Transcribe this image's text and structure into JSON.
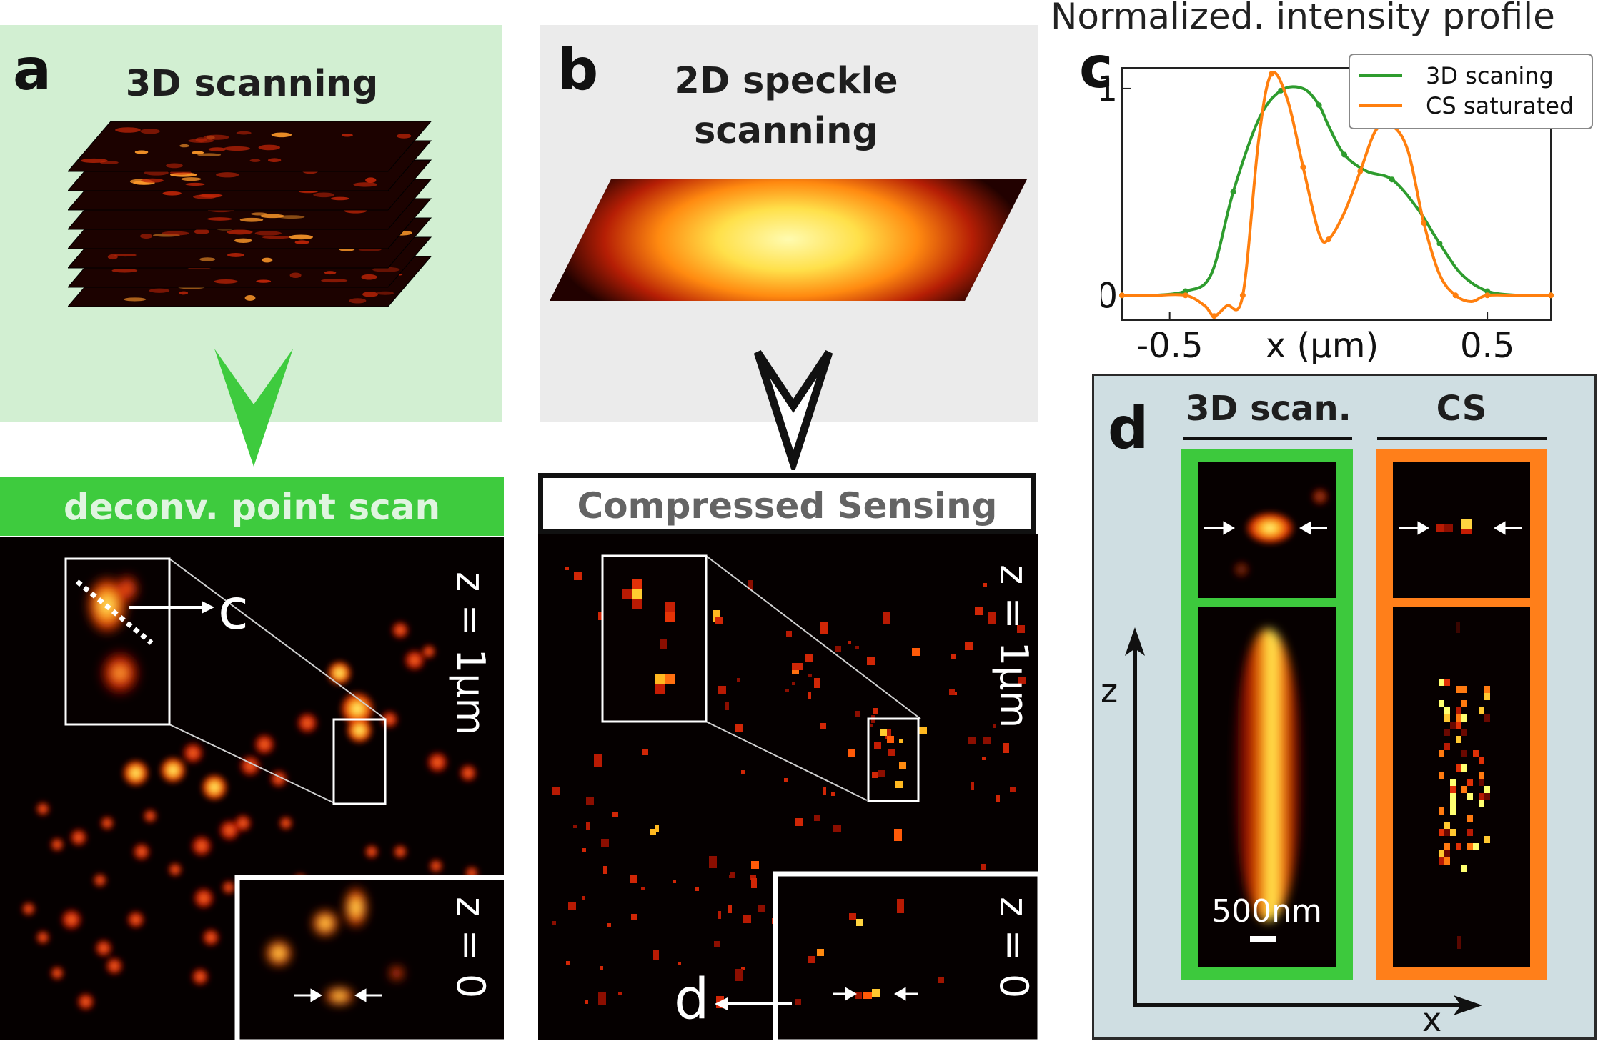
{
  "panel_a": {
    "letter": "a",
    "title": "3D scanning",
    "result_label": "deconv. point scan",
    "depth_label": "z = 1µm",
    "inset_depth_label": "z = 0",
    "zoom_callout": "c"
  },
  "panel_b": {
    "letter": "b",
    "title_line1": "2D speckle",
    "title_line2": "scanning",
    "result_label": "Compressed Sensing",
    "depth_label": "z = 1µm",
    "inset_depth_label": "z = 0",
    "zoom_callout": "d"
  },
  "panel_c": {
    "letter": "c",
    "chart_data": {
      "type": "line",
      "title": "Normalized. intensity profile",
      "xlabel": "x (µm)",
      "ylabel": "",
      "xlim": [
        -0.65,
        0.7
      ],
      "ylim": [
        -0.12,
        1.1
      ],
      "xticks": [
        -0.5,
        0.5
      ],
      "xtick_labels": [
        "-0.5",
        "0.5"
      ],
      "yticks": [
        0,
        1
      ],
      "ytick_labels": [
        "0",
        "1"
      ],
      "grid": false,
      "legend_position": "top-right",
      "series": [
        {
          "name": "3D scaning",
          "color": "#2e9c2e",
          "x": [
            -0.65,
            -0.55,
            -0.45,
            -0.37,
            -0.3,
            -0.22,
            -0.15,
            -0.08,
            -0.03,
            0.0,
            0.05,
            0.12,
            0.2,
            0.28,
            0.35,
            0.42,
            0.5,
            0.6,
            0.7
          ],
          "y": [
            0.0,
            0.0,
            0.02,
            0.1,
            0.5,
            0.85,
            0.99,
            1.0,
            0.92,
            0.82,
            0.68,
            0.6,
            0.56,
            0.42,
            0.25,
            0.1,
            0.02,
            0.0,
            0.0
          ]
        },
        {
          "name": "CS saturated",
          "color": "#ff7f0e",
          "x": [
            -0.65,
            -0.55,
            -0.45,
            -0.39,
            -0.36,
            -0.32,
            -0.27,
            -0.22,
            -0.18,
            -0.13,
            -0.08,
            -0.03,
            0.0,
            0.05,
            0.1,
            0.15,
            0.2,
            0.25,
            0.3,
            0.35,
            0.4,
            0.45,
            0.5,
            0.6,
            0.7
          ],
          "y": [
            0.0,
            0.0,
            0.0,
            -0.05,
            -0.1,
            -0.05,
            0.0,
            0.75,
            1.07,
            0.95,
            0.62,
            0.3,
            0.27,
            0.4,
            0.6,
            0.8,
            0.82,
            0.7,
            0.35,
            0.1,
            0.0,
            -0.03,
            0.0,
            0.0,
            0.0
          ]
        }
      ]
    }
  },
  "panel_d": {
    "letter": "d",
    "column_left": "3D scan.",
    "column_right": "CS",
    "scalebar_label": "500nm",
    "axis_z": "z",
    "axis_x": "x",
    "color_left": "#3dc93d",
    "color_right": "#ff7f1a"
  },
  "colors": {
    "panel_a_bg": "#d2efd2",
    "panel_b_bg": "#ebebeb",
    "green": "#3ecb3e",
    "panel_d_bg": "#cfdee2"
  }
}
